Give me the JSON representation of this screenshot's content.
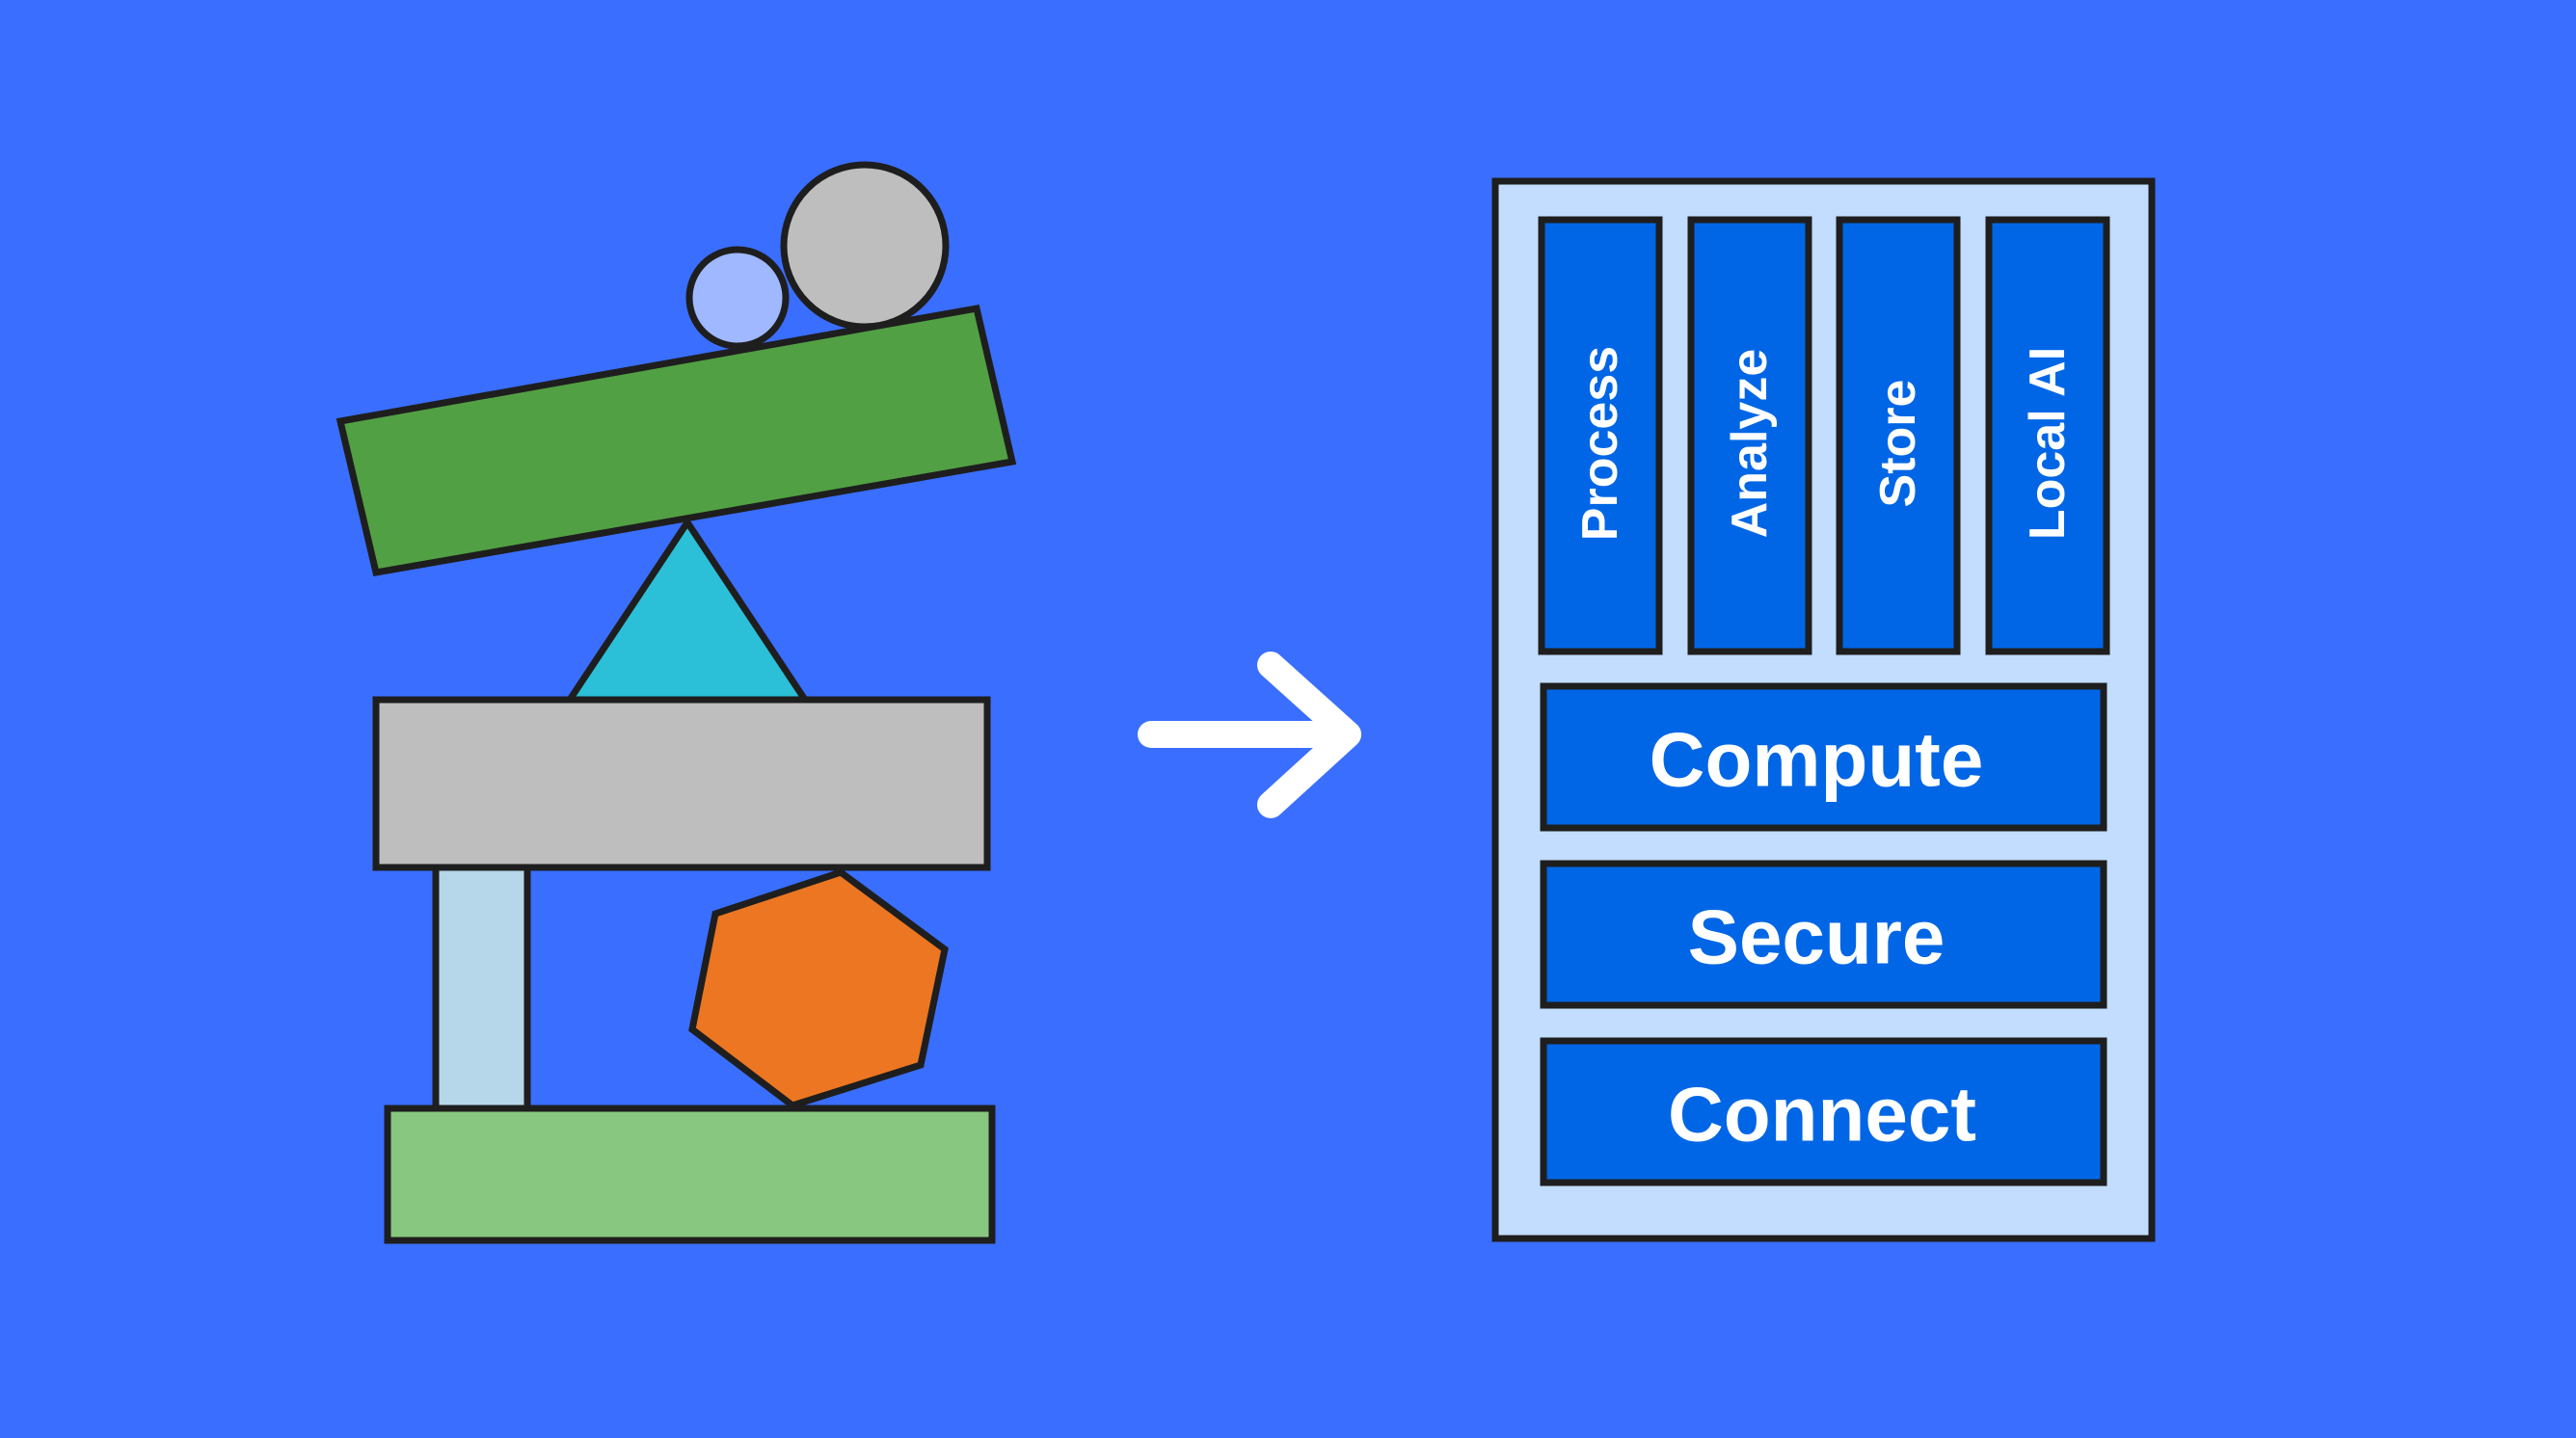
{
  "colors": {
    "background": "#3A6EFF",
    "outline": "#1E1E1E",
    "stack_panel": "#C2DDFF",
    "stack_block": "#0066E6",
    "label_text": "#FFFFFF",
    "arrow": "#FFFFFF",
    "tilted_beam": "#52A044",
    "triangle": "#2BBFD8",
    "gray_slab": "#BEBEBE",
    "pillar": "#B6D6EA",
    "hexagon": "#EC7622",
    "base_block": "#88C77F",
    "small_ball": "#9FB8FF",
    "large_ball": "#BEBEBE"
  },
  "left_figure": {
    "shapes": [
      "tilted-beam",
      "triangle",
      "gray-slab",
      "pillar",
      "hexagon",
      "base-block",
      "small-ball",
      "large-ball"
    ]
  },
  "arrow": {
    "icon": "arrow-right-icon"
  },
  "stack": {
    "vertical_modules": [
      {
        "label": "Process"
      },
      {
        "label": "Analyze"
      },
      {
        "label": "Store"
      },
      {
        "label": "Local AI"
      }
    ],
    "layers": [
      {
        "label": "Compute"
      },
      {
        "label": "Secure"
      },
      {
        "label": "Connect"
      }
    ]
  }
}
